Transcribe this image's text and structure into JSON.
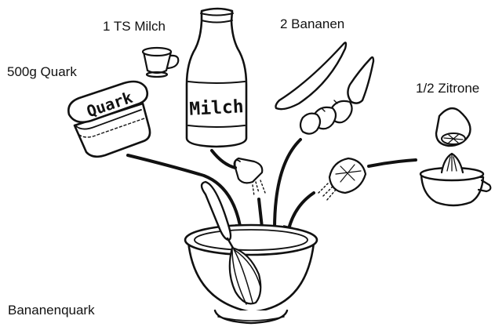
{
  "labels": {
    "milk": "1 TS Milch",
    "quark": "500g Quark",
    "banana": "2 Bananen",
    "lemon": "1/2 Zitrone",
    "title": "Bananenquark"
  },
  "packaging": {
    "quark_text": "Quark",
    "milk_text": "Milch"
  },
  "colors": {
    "ink": "#111111",
    "background": "#ffffff"
  },
  "icons": [
    "cup-icon",
    "milk-bottle-icon",
    "quark-tub-icon",
    "banana-icon",
    "banana-slices-icon",
    "lemon-half-icon",
    "citrus-press-icon",
    "squeezed-lemon-icon",
    "pouring-cup-icon",
    "mixing-bowl-icon",
    "whisk-icon",
    "arrow-icon"
  ]
}
